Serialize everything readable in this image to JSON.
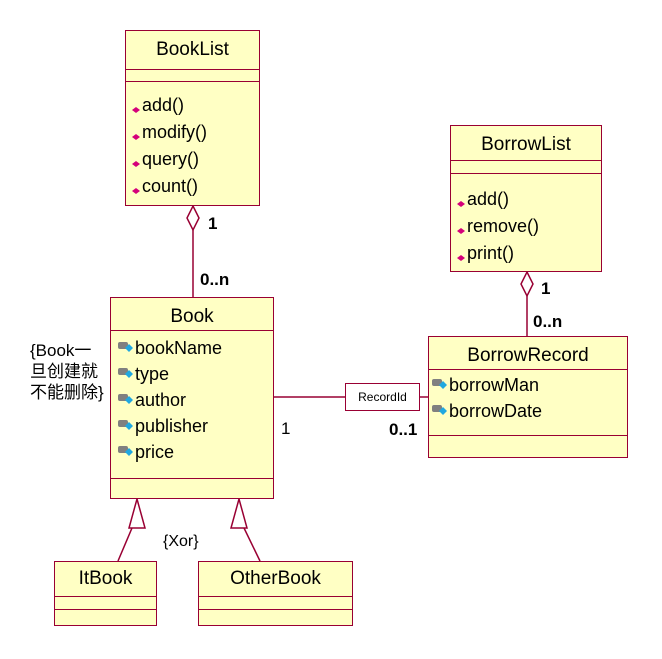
{
  "classes": {
    "booklist": {
      "name": "BookList",
      "operations": [
        "add()",
        "modify()",
        "query()",
        "count()"
      ]
    },
    "borrowlist": {
      "name": "BorrowList",
      "operations": [
        "add()",
        "remove()",
        "print()"
      ]
    },
    "book": {
      "name": "Book",
      "attributes": [
        "bookName",
        "type",
        "author",
        "publisher",
        "price"
      ]
    },
    "borrowrecord": {
      "name": "BorrowRecord",
      "attributes": [
        "borrowMan",
        "borrowDate"
      ]
    },
    "itbook": {
      "name": "ItBook"
    },
    "otherbook": {
      "name": "OtherBook"
    }
  },
  "multiplicities": {
    "booklist_end": "1",
    "book_end": "0..n",
    "borrowlist_end": "1",
    "borrowrecord_end": "0..n",
    "book_assoc_end": "1",
    "record_assoc_end": "0..1"
  },
  "qualifier": "RecordId",
  "constraint_note": "{Book一旦创建就不能删除}",
  "xor_constraint": "{Xor}",
  "colors": {
    "border": "#990033",
    "fill": "#ffffc4",
    "op_icon": "#d4007a",
    "attr_icon": "#20a8e0"
  }
}
